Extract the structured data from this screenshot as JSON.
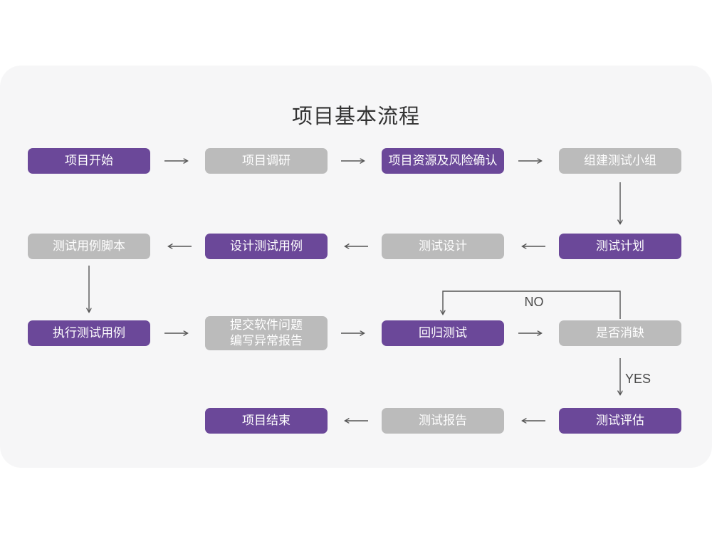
{
  "title": "项目基本流程",
  "edge_labels": {
    "no": "NO",
    "yes": "YES"
  },
  "colors": {
    "node_primary": "#6b4899",
    "node_secondary": "#bbbbbb",
    "card_background": "#f6f6f7",
    "page_background": "#ffffff",
    "arrow": "#555555",
    "title_text": "#333333",
    "node_text": "#ffffff"
  },
  "nodes": [
    {
      "id": "project-start",
      "label": "项目开始",
      "variant": "purple"
    },
    {
      "id": "project-research",
      "label": "项目调研",
      "variant": "gray"
    },
    {
      "id": "resource-risk-confirm",
      "label": "项目资源及风险确认",
      "variant": "purple"
    },
    {
      "id": "build-test-team",
      "label": "组建测试小组",
      "variant": "gray"
    },
    {
      "id": "test-plan",
      "label": "测试计划",
      "variant": "purple"
    },
    {
      "id": "test-design",
      "label": "测试设计",
      "variant": "gray"
    },
    {
      "id": "design-test-cases",
      "label": "设计测试用例",
      "variant": "purple"
    },
    {
      "id": "test-case-scripts",
      "label": "测试用例脚本",
      "variant": "gray"
    },
    {
      "id": "execute-test-cases",
      "label": "执行测试用例",
      "variant": "purple"
    },
    {
      "id": "submit-issues-report",
      "label": "提交软件问题\n编写异常报告",
      "variant": "gray"
    },
    {
      "id": "regression-test",
      "label": "回归测试",
      "variant": "purple"
    },
    {
      "id": "defect-resolved",
      "label": "是否消缺",
      "variant": "gray"
    },
    {
      "id": "test-evaluation",
      "label": "测试评估",
      "variant": "purple"
    },
    {
      "id": "test-report",
      "label": "测试报告",
      "variant": "gray"
    },
    {
      "id": "project-end",
      "label": "项目结束",
      "variant": "purple"
    }
  ]
}
